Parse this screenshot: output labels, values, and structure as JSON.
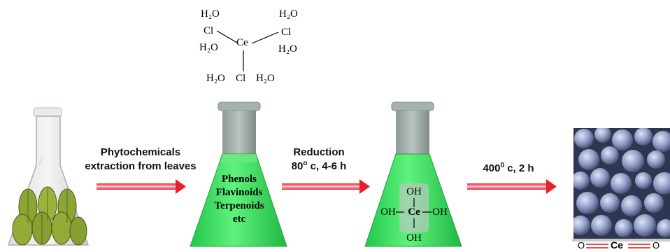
{
  "precursor": {
    "center": "Ce",
    "ligands": {
      "h2o_top_left": "H₂O",
      "h2o_top_right": "H₂O",
      "cl_left": "Cl",
      "cl_right": "Cl",
      "h2o_mid_left": "H₂O",
      "h2o_mid_right": "H₂O",
      "h2o_bottom_left": "H₂O",
      "cl_bottom": "Cl",
      "h2o_bottom_right": "H₂O"
    }
  },
  "steps": [
    {
      "line1": "Phytochemicals",
      "line2": "extraction from leaves"
    },
    {
      "line1": "Reduction",
      "line2_prefix": "80",
      "line2_sup": "o",
      "line2_suffix": " c, 4-6 h"
    },
    {
      "prefix": "400",
      "sup": "0",
      "suffix": " c, 2 h"
    }
  ],
  "flask2": {
    "lines": [
      "Phenols",
      "Flavinoids",
      "Terpenoids",
      "etc"
    ]
  },
  "flask3": {
    "top": "OH",
    "left": "OH",
    "center": "Ce",
    "right": "OH",
    "bottom": "OH"
  },
  "product": {
    "left": "O",
    "center": "Ce",
    "right": "O"
  },
  "colors": {
    "arrow_red": "#e8202a",
    "arrow_pink": "#f7c6cf",
    "solution_green": "#2fd85a",
    "leaf_green": "#8ca634",
    "bond_red": "#d81818"
  }
}
